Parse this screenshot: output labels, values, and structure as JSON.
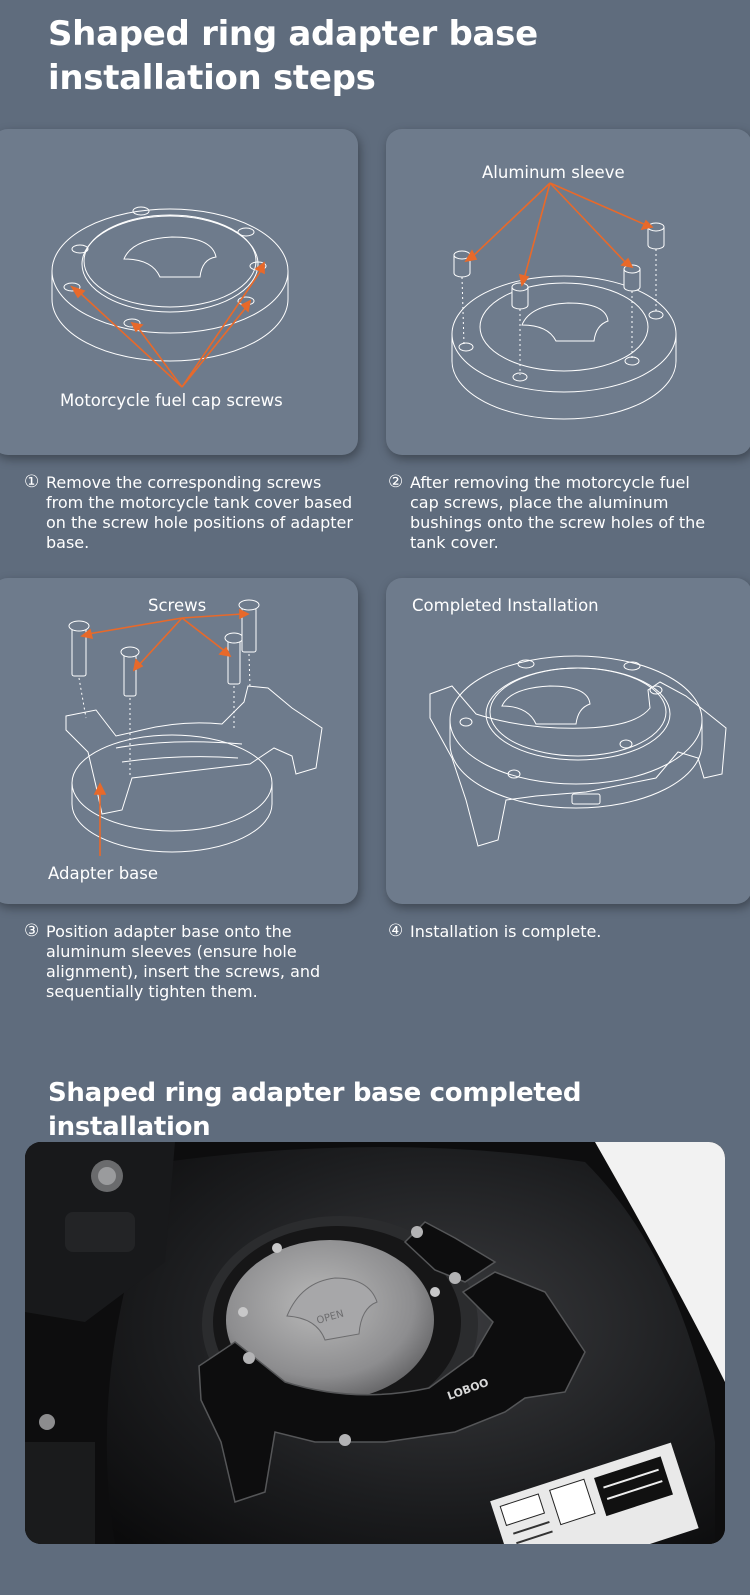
{
  "page": {
    "title": "Shaped ring adapter base installation steps",
    "subtitle": "Shaped ring adapter base completed installation"
  },
  "cards": [
    {
      "label": "Motorcycle fuel cap screws"
    },
    {
      "label": "Aluminum sleeve"
    },
    {
      "label_top": "Screws",
      "label_bottom": "Adapter base"
    },
    {
      "label": "Completed Installation"
    }
  ],
  "steps": [
    {
      "num": "①",
      "text": "Remove the corresponding screws from the motorcycle tank cover based on the screw hole positions of adapter base."
    },
    {
      "num": "②",
      "text": "After removing the motorcycle fuel cap screws, place the aluminum bushings onto the screw holes of the tank cover."
    },
    {
      "num": "③",
      "text": "Position adapter base onto the aluminum sleeves (ensure hole alignment), insert the screws, and sequentially tighten them."
    },
    {
      "num": "④",
      "text": "Installation is complete."
    }
  ],
  "photo": {
    "brand_mark": "LOBOO",
    "cap_text": "OPEN"
  },
  "colors": {
    "background": "#5f6c7d",
    "card": "#6e7b8c",
    "leader_arrow": "#e8692a",
    "line_art": "#ffffff"
  }
}
